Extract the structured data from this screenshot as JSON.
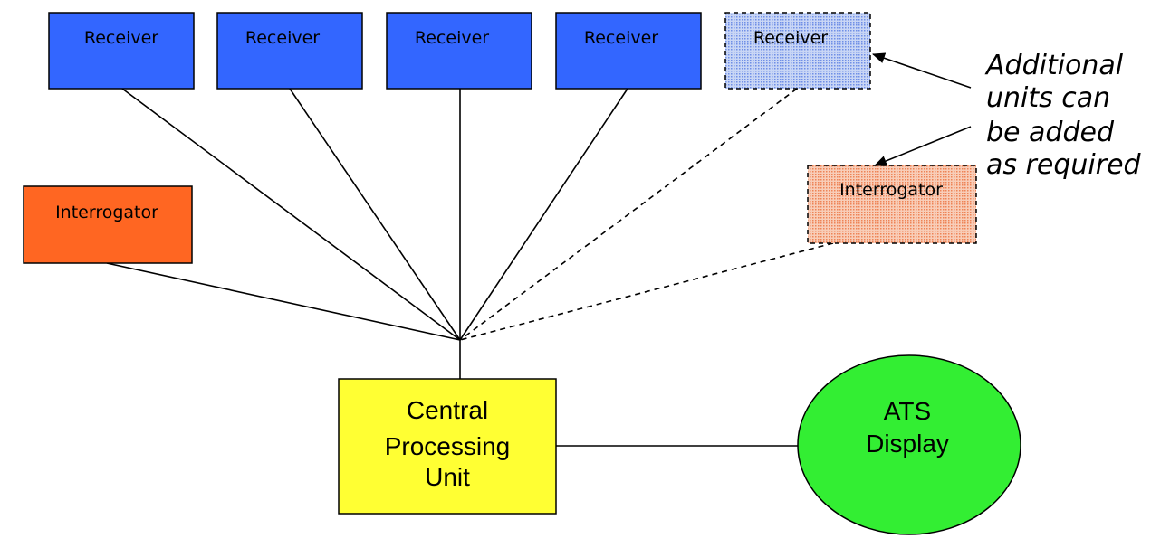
{
  "colors": {
    "receiver": "#3366FF",
    "receiver_optional": "#A8BDF0",
    "interrogator": "#FF6622",
    "interrogator_optional": "#F2A684",
    "cpu": "#FFFF33",
    "ats_display": "#33EE33",
    "line": "#000000"
  },
  "receivers": [
    {
      "label": "Receiver",
      "optional": false
    },
    {
      "label": "Receiver",
      "optional": false
    },
    {
      "label": "Receiver",
      "optional": false
    },
    {
      "label": "Receiver",
      "optional": false
    },
    {
      "label": "Receiver",
      "optional": true
    }
  ],
  "interrogators": [
    {
      "label": "Interrogator",
      "optional": false
    },
    {
      "label": "Interrogator",
      "optional": true
    }
  ],
  "cpu": {
    "lines": [
      "Central",
      "Processing",
      "Unit"
    ]
  },
  "ats_display": {
    "lines": [
      "ATS",
      "Display"
    ]
  },
  "note": {
    "lines": [
      "Additional",
      "units can",
      "be added",
      "as required"
    ]
  }
}
